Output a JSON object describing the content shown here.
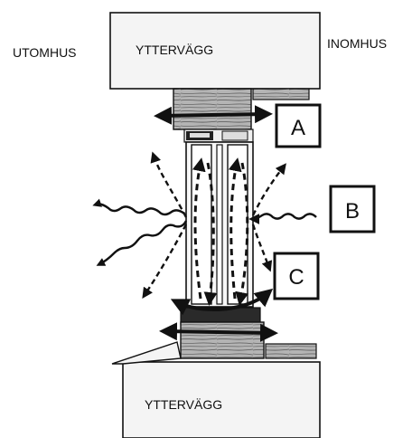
{
  "labels": {
    "outside": "UTOMHUS",
    "inside": "INOMHUS",
    "wall_top": "YTTERVÄGG",
    "wall_bottom": "YTTERVÄGG"
  },
  "markers": {
    "a": "A",
    "b": "B",
    "c": "C"
  },
  "colors": {
    "ink": "#111111",
    "wall_fill": "#f4f4f4",
    "wood_fill": "#b8b8b8",
    "wood_grain": "#555555",
    "glass_fill": "#f0f0f0"
  }
}
